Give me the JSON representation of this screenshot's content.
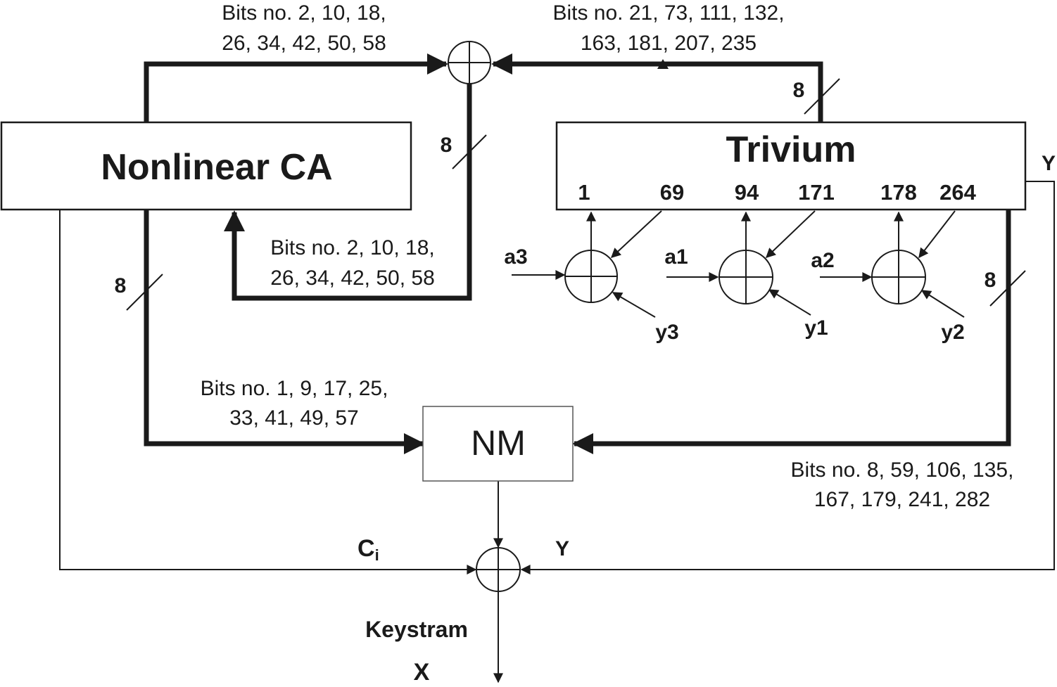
{
  "blocks": {
    "nonlinear_ca": "Nonlinear CA",
    "trivium": "Trivium",
    "nm": "NM"
  },
  "trivium_taps": [
    "1",
    "69",
    "94",
    "171",
    "178",
    "264"
  ],
  "bus_width": "8",
  "labels": {
    "ca_top_bits_1": "Bits no. 2, 10, 18,",
    "ca_top_bits_2": "26, 34, 42, 50, 58",
    "trivium_top_bits_1": "Bits no. 21, 73, 111, 132,",
    "trivium_top_bits_2": "163, 181, 207, 235",
    "feedback_bits_1": "Bits no. 2, 10, 18,",
    "feedback_bits_2": "26, 34, 42, 50, 58",
    "ca_nm_bits_1": "Bits no. 1, 9, 17, 25,",
    "ca_nm_bits_2": "33, 41, 49, 57",
    "trivium_nm_bits_1": "Bits no. 8, 59, 106, 135,",
    "trivium_nm_bits_2": "167, 179, 241, 282"
  },
  "signals": {
    "a3": "a3",
    "a1": "a1",
    "a2": "a2",
    "y3": "y3",
    "y1": "y1",
    "y2": "y2",
    "y_out": "Y",
    "y_in": "Y",
    "c": "C",
    "c_sub": "i",
    "keystream": "Keystram",
    "x": "X"
  }
}
